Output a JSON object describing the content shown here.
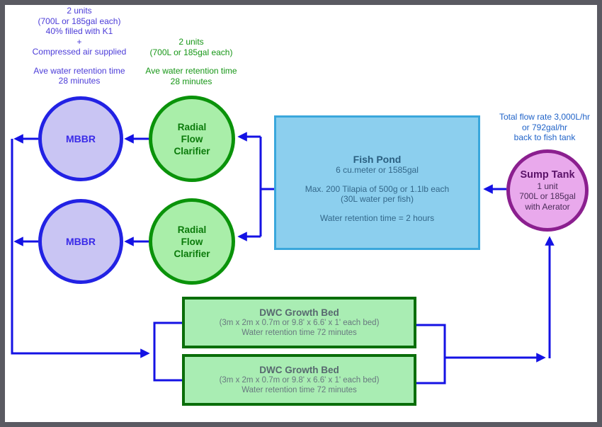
{
  "diagram": {
    "title_hint": "Aquaponics system flow diagram",
    "notes": {
      "mbbr_note": {
        "spec": "2 units\n(700L or 185gal each)\n40% filled with K1\n+\nCompressed air supplied",
        "retention": "Ave water retention time\n28 minutes"
      },
      "clarifier_note": {
        "spec": "2 units\n(700L or 185gal each)",
        "retention": "Ave water retention time\n28 minutes"
      },
      "sump_note": {
        "text": "Total flow rate 3,000L/hr\nor 792gal/hr\nback to fish tank"
      }
    },
    "nodes": {
      "mbbr": {
        "label": "MBBR"
      },
      "clarifier": {
        "label": "Radial\nFlow\nClarifier"
      },
      "fish_pond": {
        "title": "Fish Pond",
        "capacity": "6 cu.meter or 1585gal",
        "stocking": "Max. 200 Tilapia of 500g or 1.1lb each\n(30L water per fish)",
        "retention": "Water retention time = 2 hours"
      },
      "sump_tank": {
        "title": "Sump Tank",
        "details": "1 unit\n700L or 185gal\nwith Aerator"
      },
      "dwc_bed": {
        "title": "DWC Growth Bed",
        "dimensions": "(3m x 2m x 0.7m or 9.8' x 6.6' x 1' each bed)",
        "retention": "Water retention time 72 minutes"
      }
    },
    "colors": {
      "arrow": "#1412E4",
      "mbbr_border": "#2222E4",
      "mbbr_fill": "#C9C5F3",
      "mbbr_text": "#3A2BE8",
      "clarifier_border": "#0A930A",
      "clarifier_fill": "#A9EEA9",
      "clarifier_text": "#0A7A0A",
      "pond_border": "#3AA7DC",
      "pond_fill": "#8CCFEE",
      "pond_text": "#2A5F80",
      "sump_border": "#8B1F8F",
      "sump_fill": "#E9A9EC",
      "sump_text": "#5A1268",
      "dwc_border": "#0A6E0A",
      "dwc_fill": "#A9EDB3",
      "dwc_text": "#57686F",
      "note_purple": "#4B3BD8",
      "note_green": "#169616",
      "note_blue": "#2063C8",
      "frame": "#5A5A62",
      "background": "#FFFFFF"
    }
  }
}
